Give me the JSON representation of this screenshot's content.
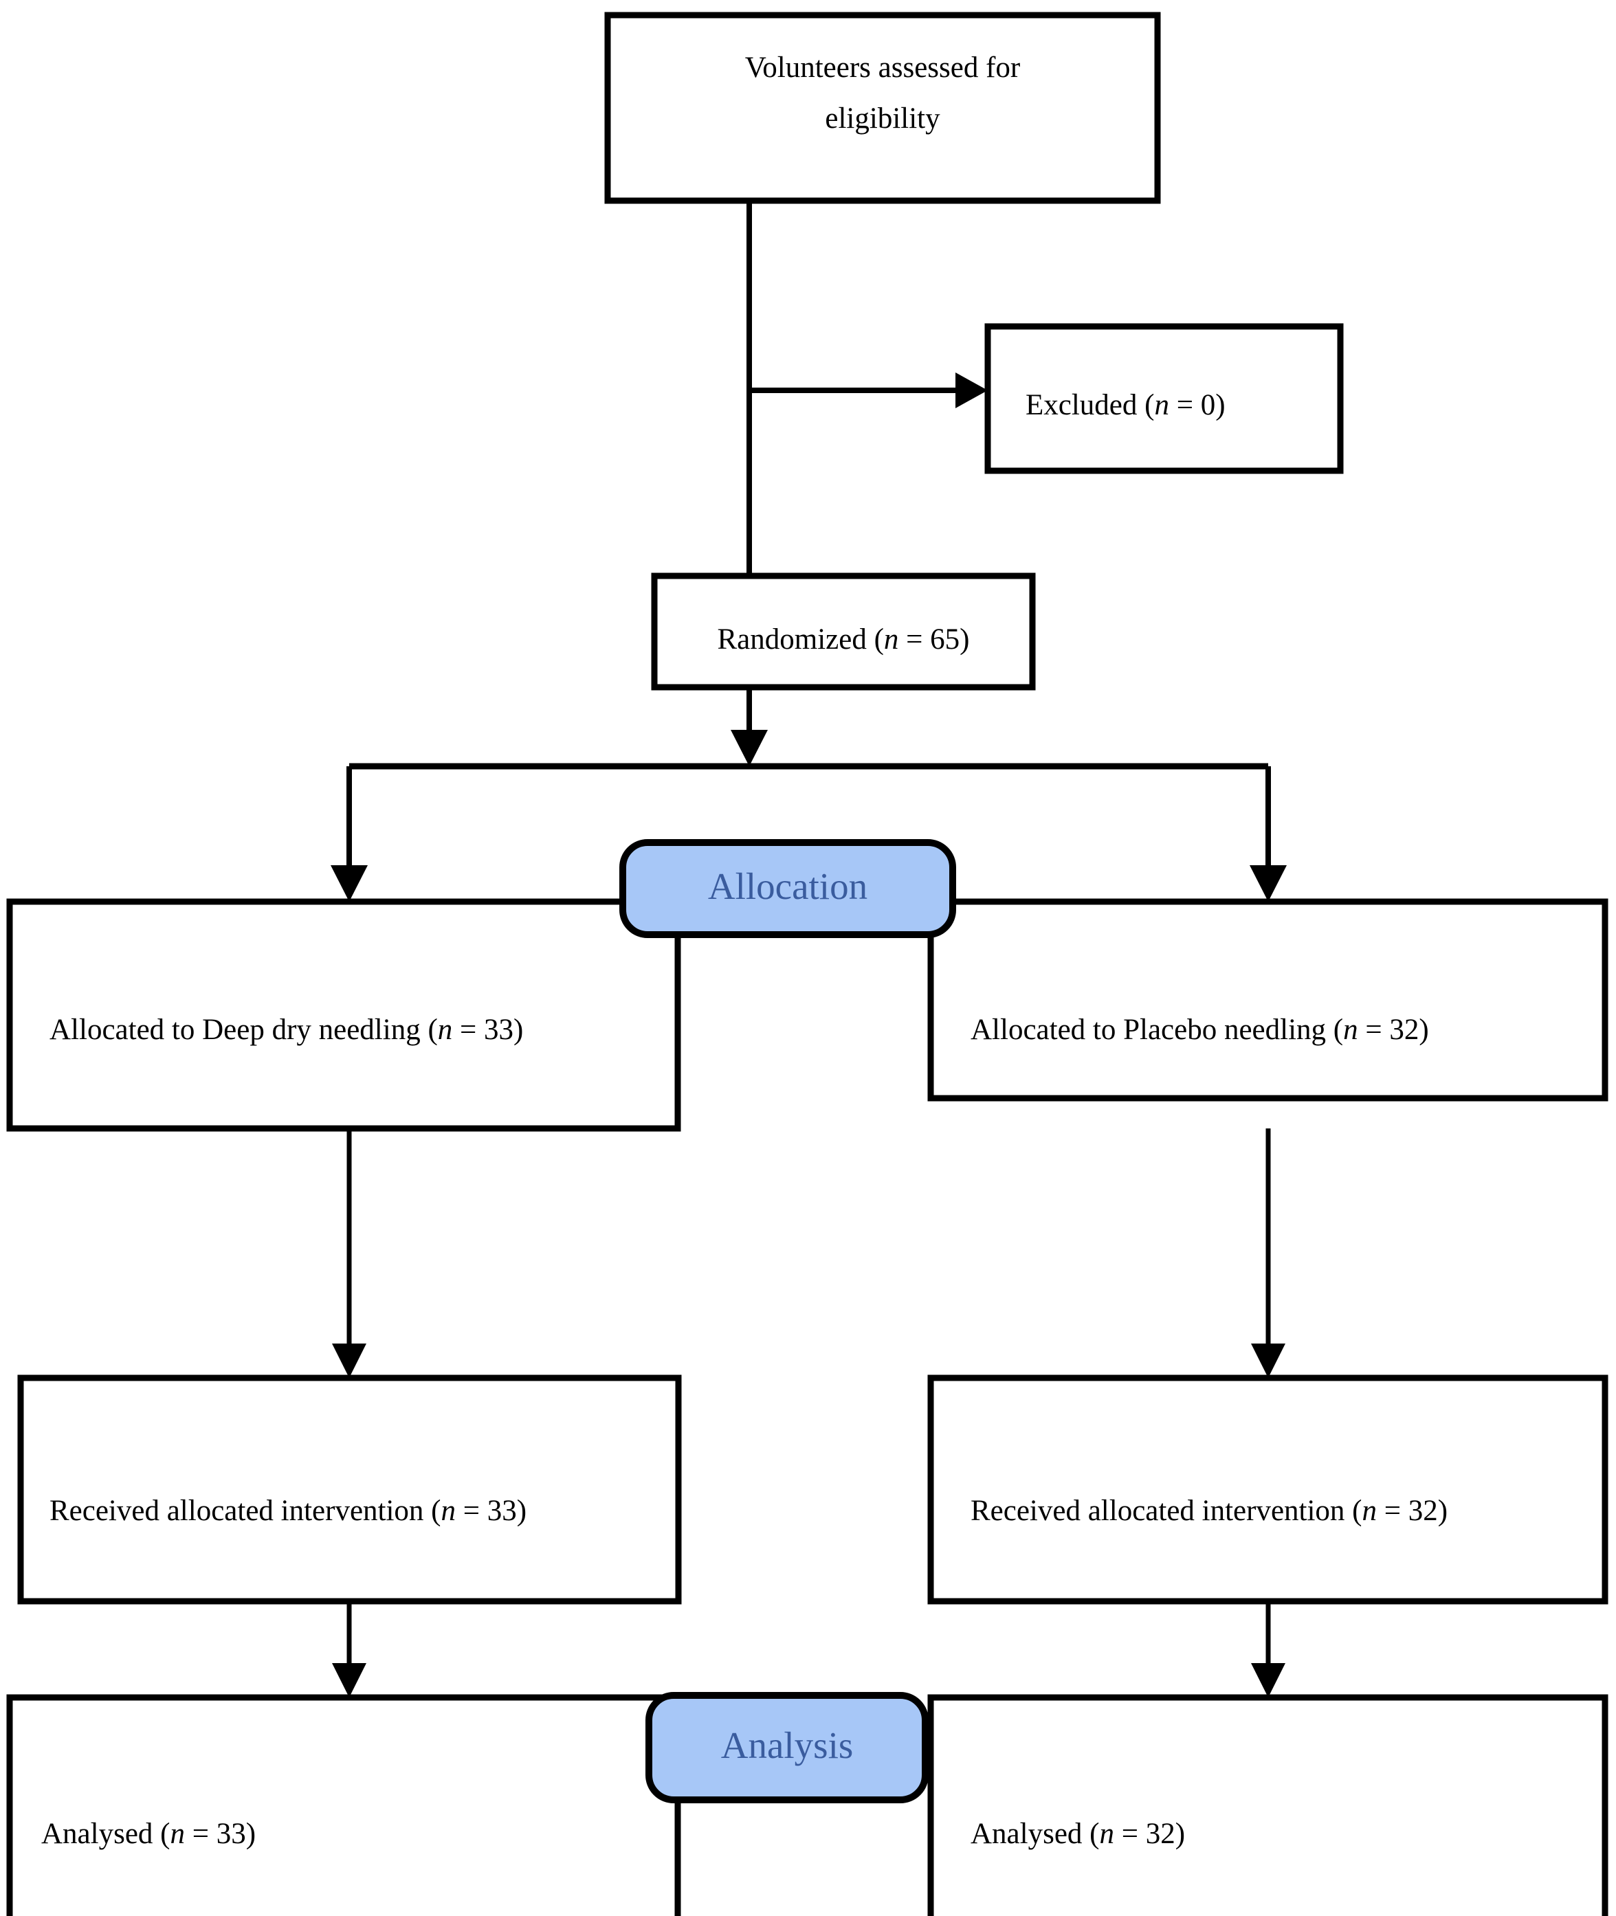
{
  "diagram": {
    "title": "CONSORT participant flow diagram",
    "colors": {
      "stage_fill": "#A7C7F7",
      "stage_text": "#3A5C9E",
      "stage_border": "#000000",
      "node_fill": "#FFFFFF",
      "node_border": "#000000",
      "connector": "#000000",
      "background": "#FFFFFF"
    },
    "stage_labels": [
      {
        "id": "allocation",
        "label": "Allocation"
      },
      {
        "id": "analysis",
        "label": "Analysis"
      }
    ],
    "nodes": [
      {
        "id": "enrollment",
        "lines": [
          "Volunteers assessed for",
          "eligibility"
        ],
        "align": "center",
        "n_label": null,
        "n_value": null
      },
      {
        "id": "excluded",
        "prefix": "Excluded (",
        "italic_n": "n",
        "suffix": " = 0)",
        "align": "left",
        "n_value": 0
      },
      {
        "id": "randomized",
        "prefix": "Randomized (",
        "italic_n": "n",
        "suffix": " = 65)",
        "align": "center",
        "n_value": 65
      },
      {
        "id": "allocated-left",
        "prefix": "Allocated to Deep dry needling (",
        "italic_n": "n",
        "suffix": " = 33)",
        "align": "left",
        "n_value": 33
      },
      {
        "id": "allocated-right",
        "prefix": "Allocated to Placebo needling (",
        "italic_n": "n",
        "suffix": " = 32)",
        "align": "left",
        "n_value": 32
      },
      {
        "id": "received-left",
        "prefix": "Received allocated intervention (",
        "italic_n": "n",
        "suffix": " = 33)",
        "align": "left",
        "n_value": 33
      },
      {
        "id": "received-right",
        "prefix": "Received allocated intervention (",
        "italic_n": "n",
        "suffix": " = 32)",
        "align": "left",
        "n_value": 32
      },
      {
        "id": "analysed-left",
        "prefix": "Analysed (",
        "italic_n": "n",
        "suffix": " = 33)",
        "align": "left",
        "n_value": 33
      },
      {
        "id": "analysed-right",
        "prefix": "Analysed (",
        "italic_n": "n",
        "suffix": " = 32)",
        "align": "left",
        "n_value": 32
      }
    ],
    "text": {
      "enrollment_line1": "Volunteers assessed for",
      "enrollment_line2": "eligibility",
      "excluded_prefix": "Excluded (",
      "excluded_suffix": " = 0)",
      "randomized_prefix": "Randomized (",
      "randomized_suffix": " = 65)",
      "allocated_left_prefix": "Allocated to Deep dry needling (",
      "allocated_left_suffix": " = 33)",
      "allocated_right_prefix": "Allocated to Placebo needling (",
      "allocated_right_suffix": " = 32)",
      "received_left_prefix": "Received allocated intervention (",
      "received_left_suffix": " = 33)",
      "received_right_prefix": "Received allocated intervention (",
      "received_right_suffix": " = 32)",
      "analysed_left_prefix": "Analysed (",
      "analysed_left_suffix": " = 33)",
      "analysed_right_prefix": "Analysed (",
      "analysed_right_suffix": " = 32)",
      "italic_n": "n",
      "allocation_label": "Allocation",
      "analysis_label": "Analysis"
    }
  }
}
